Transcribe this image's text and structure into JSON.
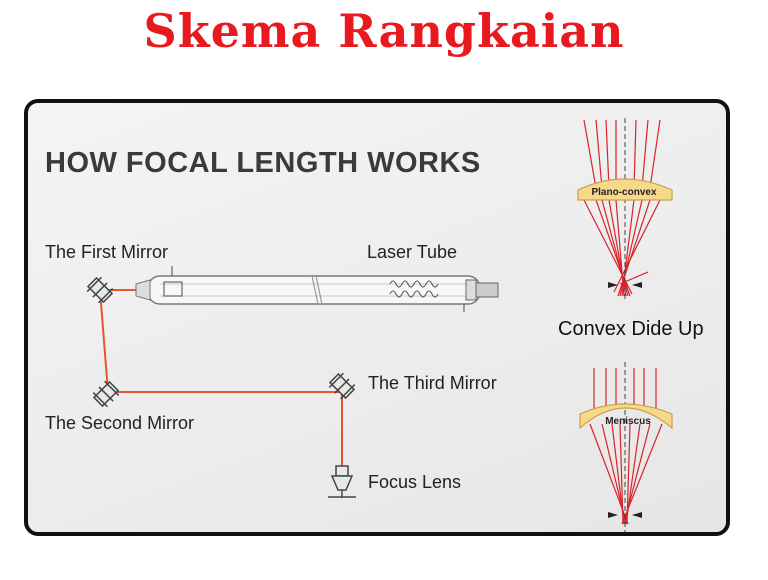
{
  "page": {
    "title": "Skema Rangkaian"
  },
  "diagram": {
    "heading": "HOW FOCAL LENGTH WORKS",
    "labels": {
      "first_mirror": "The First Mirror",
      "laser_tube": "Laser Tube",
      "second_mirror": "The Second Mirror",
      "third_mirror": "The Third Mirror",
      "focus_lens": "Focus Lens"
    },
    "lenses": {
      "top": "Plano-convex",
      "caption": "Convex Dide Up",
      "bottom": "Meniscus"
    },
    "colors": {
      "title": "#e8191f",
      "beam": "#e8552a",
      "lens_fill": "#f6d98a",
      "ray": "#d9232a"
    }
  }
}
